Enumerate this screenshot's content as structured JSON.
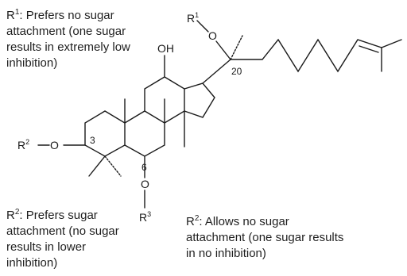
{
  "notes": {
    "r1": {
      "sym": "R",
      "sup": "1",
      "text": ": Prefers no sugar attachment (one sugar results in extremely low inhibition)"
    },
    "r2_left": {
      "sym": "R",
      "sup": "2",
      "text": ": Prefers sugar attachment (no sugar results in lower inhibition)"
    },
    "r2_right": {
      "sym": "R",
      "sup": "2",
      "text": ": Allows no sugar attachment (one sugar results in no inhibition)"
    }
  },
  "atoms": {
    "r1": {
      "sym": "R",
      "sup": "1"
    },
    "o_top": "O",
    "oh": "OH",
    "c20": "20",
    "r2": {
      "sym": "R",
      "sup": "2"
    },
    "o_left": "O",
    "c3": "3",
    "c6": "6",
    "o_bottom": "O",
    "r3": {
      "sym": "R",
      "sup": "3"
    }
  }
}
